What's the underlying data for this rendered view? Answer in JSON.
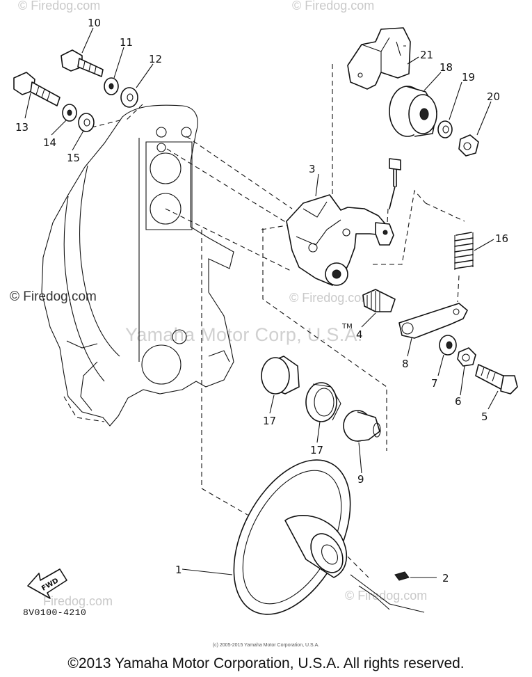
{
  "watermarks": {
    "top_left": "© Firedog.com",
    "top_right": "© Firedog.com",
    "left": "© Firedog.com",
    "center": "Yamaha Motor Corp, U.S.A.",
    "mid": "© Firedog.com",
    "lower_left": "Firedog.com",
    "lower_right": "© Firedog.com"
  },
  "callouts": [
    "1",
    "2",
    "3",
    "4",
    "5",
    "6",
    "7",
    "8",
    "9",
    "10",
    "11",
    "12",
    "13",
    "14",
    "15",
    "16",
    "17",
    "17",
    "18",
    "19",
    "20",
    "21"
  ],
  "fwd_label": "FWD",
  "tm_mark": "TM",
  "part_number": "8V0100-4210",
  "copyright_small": "(c) 2005-2015 Yamaha Motor Corporation, U.S.A.",
  "copyright_main": "©2013 Yamaha Motor Corporation, U.S.A. All rights reserved."
}
